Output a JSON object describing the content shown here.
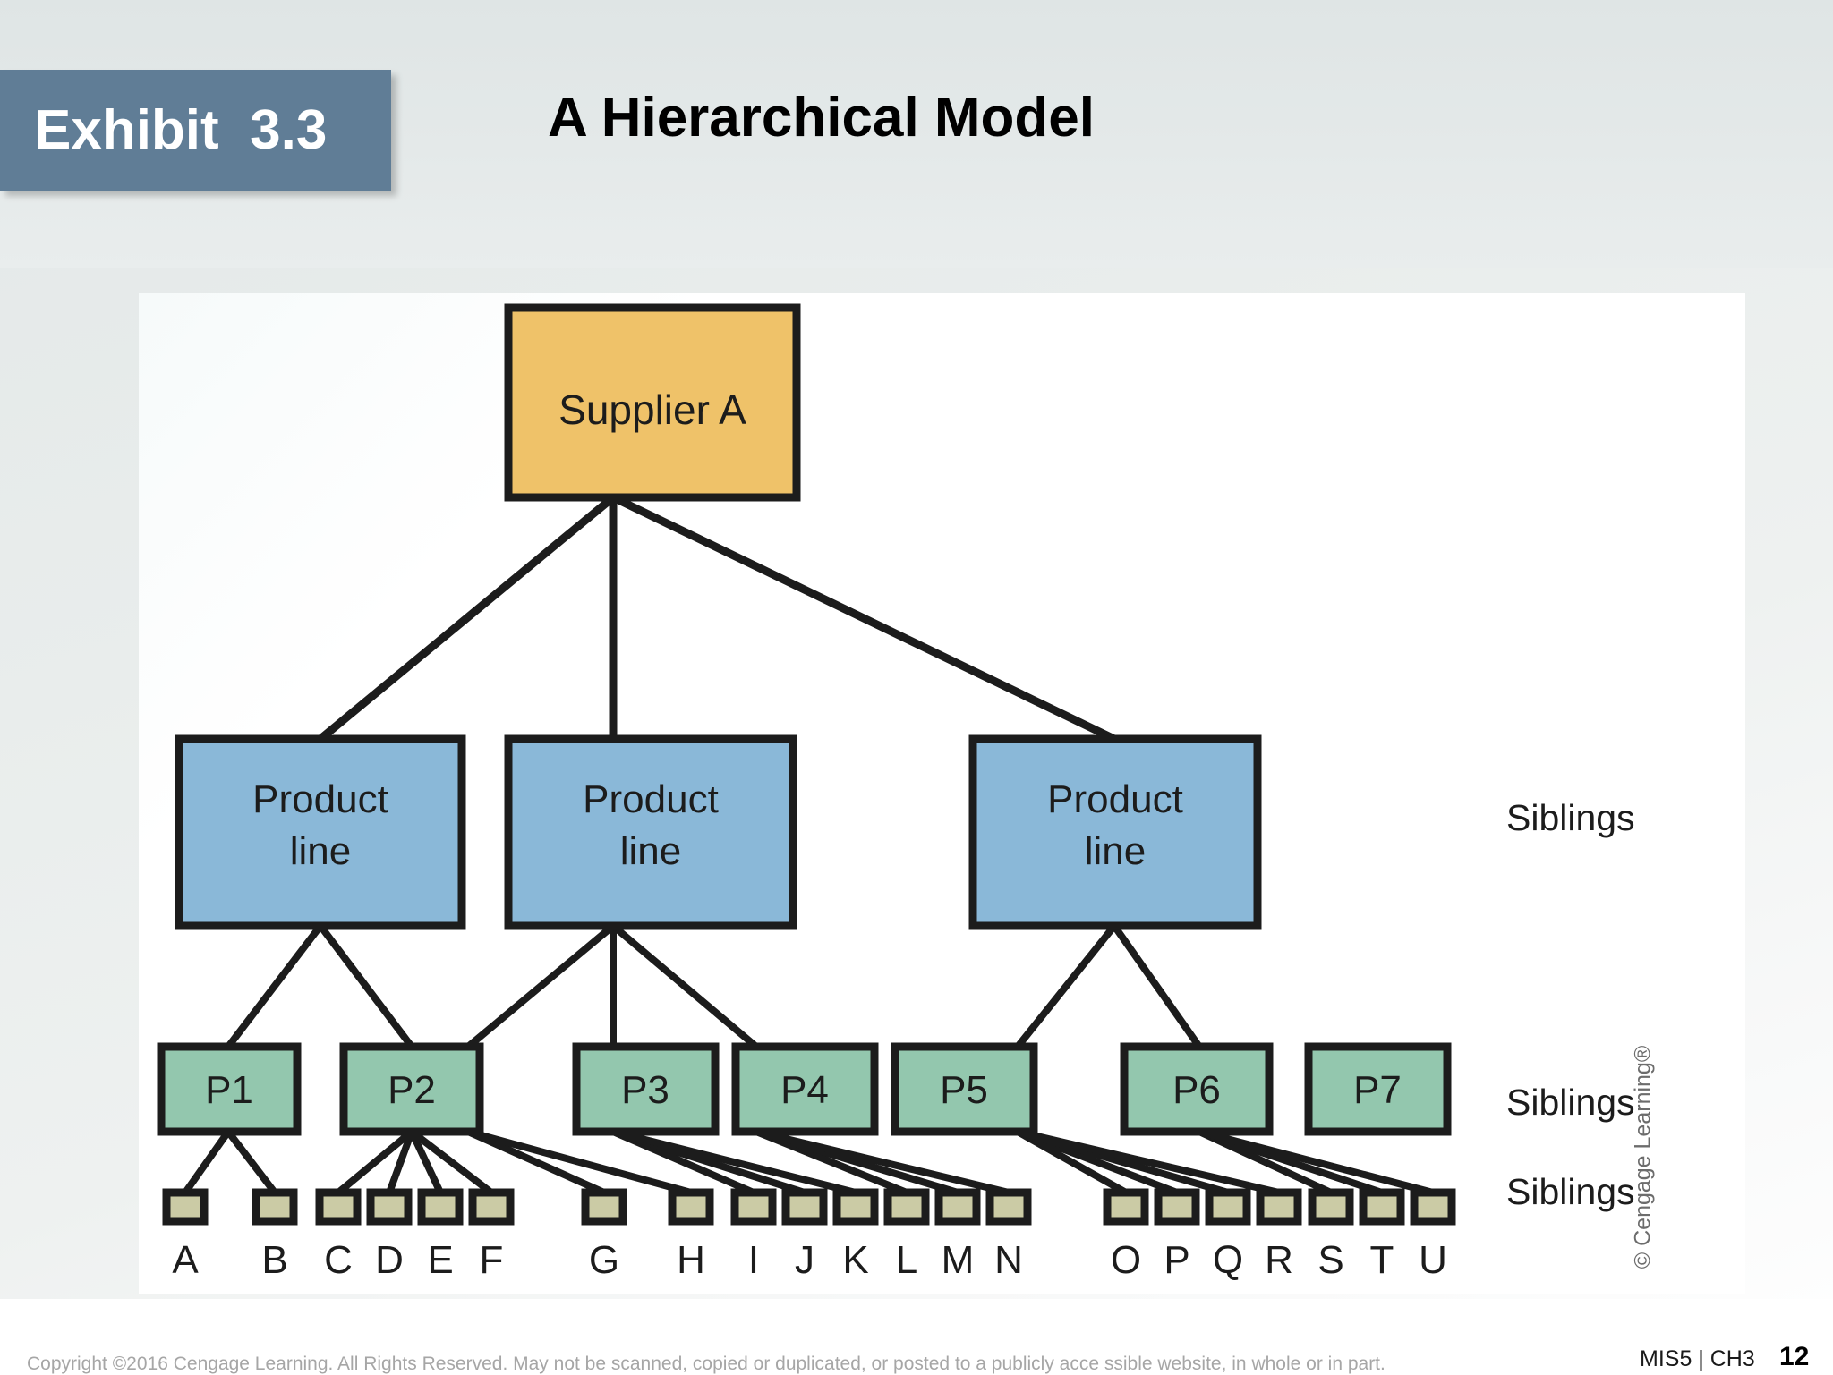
{
  "header": {
    "badge_label": "Exhibit  3.3",
    "title": "A Hierarchical Model",
    "badge_color": "#607d96"
  },
  "diagram": {
    "type": "tree",
    "root": {
      "label": "Supplier A",
      "fill": "#efc269"
    },
    "level2_fill": "#8ab8d8",
    "level3_fill": "#93c7ae",
    "leaf_fill": "#cbcba5",
    "stroke": "#1c1c1c",
    "level2": [
      {
        "label_line1": "Product",
        "label_line2": "line"
      },
      {
        "label_line1": "Product",
        "label_line2": "line"
      },
      {
        "label_line1": "Product",
        "label_line2": "line"
      }
    ],
    "level3": [
      {
        "label": "P1",
        "parent": 0
      },
      {
        "label": "P2",
        "parent": 0
      },
      {
        "label": "P3",
        "parent": 1
      },
      {
        "label": "P4",
        "parent": 1
      },
      {
        "label": "P5",
        "parent": 1
      },
      {
        "label": "P6",
        "parent": 2
      },
      {
        "label": "P7",
        "parent": 2
      }
    ],
    "leaves": [
      {
        "label": "A",
        "parent": "P1"
      },
      {
        "label": "B",
        "parent": "P1"
      },
      {
        "label": "C",
        "parent": "P2"
      },
      {
        "label": "D",
        "parent": "P2"
      },
      {
        "label": "E",
        "parent": "P2"
      },
      {
        "label": "F",
        "parent": "P2"
      },
      {
        "label": "G",
        "parent": "P3"
      },
      {
        "label": "H",
        "parent": "P3"
      },
      {
        "label": "I",
        "parent": "P4"
      },
      {
        "label": "J",
        "parent": "P4"
      },
      {
        "label": "K",
        "parent": "P4"
      },
      {
        "label": "L",
        "parent": "P5"
      },
      {
        "label": "M",
        "parent": "P5"
      },
      {
        "label": "N",
        "parent": "P5"
      },
      {
        "label": "O",
        "parent": "P6"
      },
      {
        "label": "P",
        "parent": "P6"
      },
      {
        "label": "Q",
        "parent": "P6"
      },
      {
        "label": "R",
        "parent": "P6"
      },
      {
        "label": "S",
        "parent": "P7"
      },
      {
        "label": "T",
        "parent": "P7"
      },
      {
        "label": "U",
        "parent": "P7"
      }
    ],
    "annotations": [
      {
        "label": "Siblings",
        "row": "level2"
      },
      {
        "label": "Siblings",
        "row": "level3"
      },
      {
        "label": "Siblings",
        "row": "leaves"
      }
    ]
  },
  "credit": {
    "vertical_text": "© Cengage Learning®"
  },
  "footer": {
    "copyright": "Copyright ©2016 Cengage Learning. All Rights Reserved. May not be scanned, copied or duplicated, or posted to a publicly acce ssible website, in whole or in part.",
    "course": "MIS5 | CH3",
    "page": "12"
  }
}
